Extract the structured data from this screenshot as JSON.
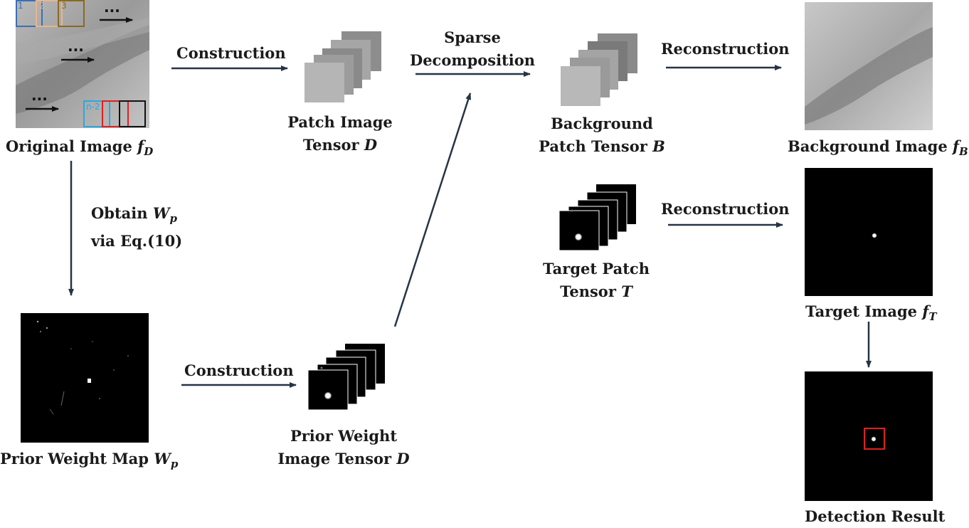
{
  "nodes": {
    "original_image": {
      "caption": "Original Image ",
      "var": "f",
      "sub": "D",
      "patch_labels": [
        "1",
        "2",
        "3",
        "n-2"
      ],
      "ellipsis": "..."
    },
    "patch_image_tensor": {
      "line1": "Patch Image",
      "line2": "Tensor ",
      "var": "D"
    },
    "background_patch_tensor": {
      "line1": "Background",
      "line2": "Patch Tensor ",
      "var": "B"
    },
    "background_image": {
      "caption": "Background Image ",
      "var": "f",
      "sub": "B"
    },
    "target_patch_tensor": {
      "line1": "Target Patch",
      "line2": "Tensor ",
      "var": "T"
    },
    "target_image": {
      "caption": "Target Image ",
      "var": "f",
      "sub": "T"
    },
    "detection_result": {
      "caption": "Detection Result"
    },
    "prior_weight_map": {
      "caption": "Prior Weight Map ",
      "var": "W",
      "sub": "p"
    },
    "prior_weight_image_tensor": {
      "line1": "Prior Weight",
      "line2": "Image Tensor ",
      "var": "D"
    }
  },
  "edges": {
    "construction_top": "Construction",
    "sparse_line1": "Sparse",
    "sparse_line2": "Decomposition",
    "reconstruction_bg": "Reconstruction",
    "reconstruction_target": "Reconstruction",
    "obtain_line1": "Obtain ",
    "obtain_var": "W",
    "obtain_sub": "p",
    "obtain_line2": "via Eq.(10)",
    "construction_bottom": "Construction"
  },
  "colors": {
    "arrow": "#263445",
    "patch_blue": "#3a6fb5",
    "patch_peach": "#e8b58f",
    "patch_olive": "#8a6a1f",
    "patch_cyan": "#29a9e0",
    "patch_red": "#e02020",
    "detection_box": "#e02020"
  }
}
